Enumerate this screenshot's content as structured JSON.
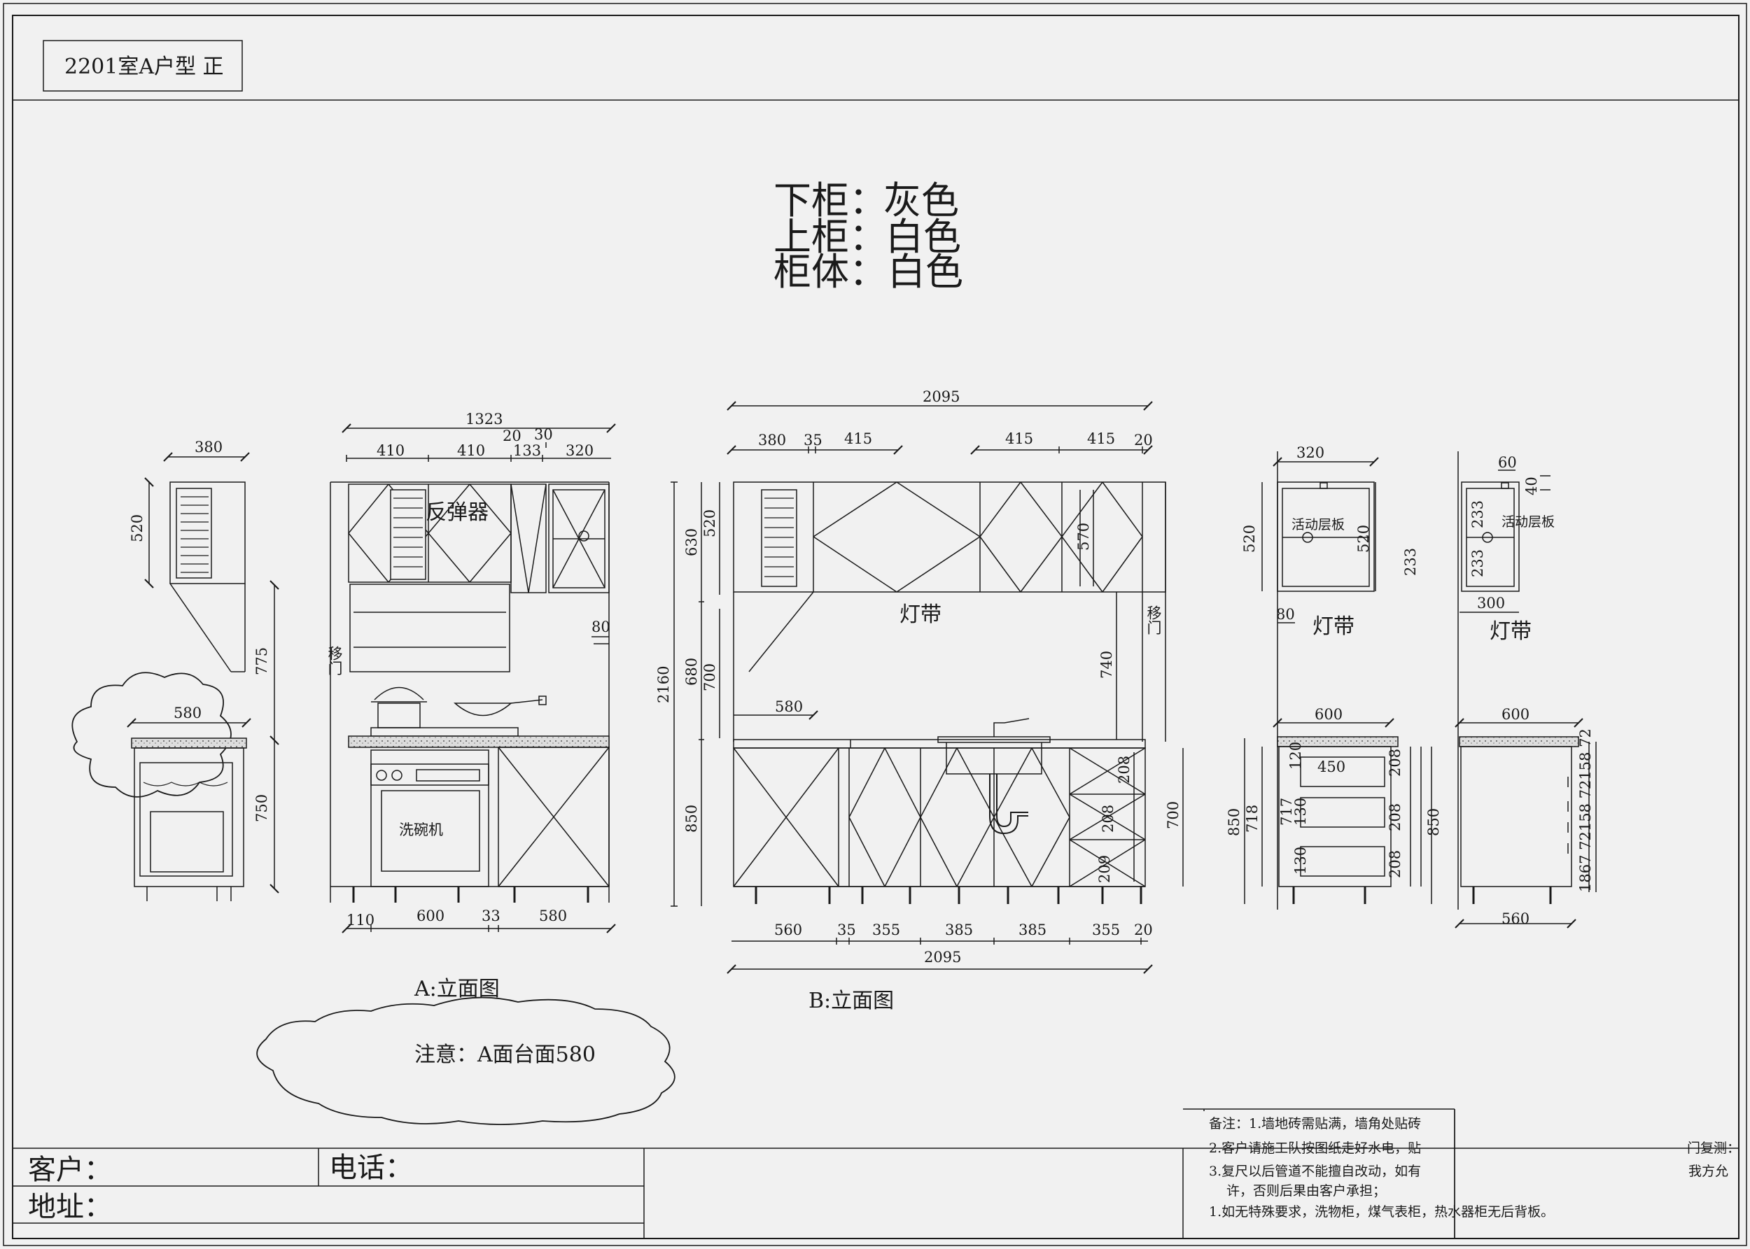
{
  "sheet": {
    "room_type": "2201室A户型  正"
  },
  "materials": [
    {
      "part": "下柜：",
      "color": "灰色"
    },
    {
      "part": "上柜：",
      "color": "白色"
    },
    {
      "part": "柜体：",
      "color": "白色"
    }
  ],
  "views": {
    "side_left": {
      "dims": {
        "top_width": "380",
        "upper_height": "520",
        "gap_height": "775",
        "counter_width": "580",
        "lower_height": "750"
      }
    },
    "a": {
      "caption": "A:立面图",
      "labels": {
        "rebound": "反弹器",
        "sliding_door": "移门",
        "dishwasher": "洗碗机"
      },
      "top_dims": {
        "total": "1323",
        "d1": "410",
        "d2": "410",
        "d3": "20",
        "d4": "30",
        "d5": "133",
        "d6": "320"
      },
      "side_dim": "80",
      "bottom_dims": {
        "d1": "110",
        "d2": "600",
        "d3": "33",
        "d4": "580"
      }
    },
    "b": {
      "caption": "B:立面图",
      "labels": {
        "light_strip": "灯带",
        "sliding_door": "移门"
      },
      "top_dims": {
        "total": "2095",
        "d1": "380",
        "d2": "35",
        "d3": "415",
        "d4": "415",
        "d5": "415",
        "d6": "20"
      },
      "left_dims": {
        "total": "2160",
        "upper": "630",
        "upper_inner": "520",
        "mid": "680",
        "mid_inner": "700",
        "lower": "850"
      },
      "inner_dims": {
        "cabinet_h": "570",
        "gap": "740",
        "counter_depth": "580",
        "drawer1": "208",
        "drawer2": "208",
        "drawer3": "209",
        "right_h": "700"
      },
      "bottom_dims": {
        "d1": "560",
        "d2": "35",
        "d3": "355",
        "d4": "385",
        "d5": "385",
        "d6": "355",
        "d7": "20",
        "total": "2095"
      }
    },
    "side_right1": {
      "labels": {
        "shelf": "活动层板",
        "light_strip": "灯带"
      },
      "dims": {
        "top_width": "320",
        "upper_h_left": "520",
        "upper_h_right": "520",
        "offset": "80",
        "counter_width": "600",
        "drawer1": "120",
        "drawer_gap": "450",
        "drawer2": "130",
        "drawer3": "130",
        "left_h": "850",
        "inner_h": "718",
        "gap_717": "717",
        "d208a": "208",
        "d208b": "208",
        "d208c": "208",
        "right_h": "850"
      }
    },
    "side_right2": {
      "labels": {
        "shelf": "活动层板",
        "light_strip": "灯带"
      },
      "dims": {
        "top_60": "60",
        "top_40": "40",
        "shelf1": "233",
        "shelf2": "233",
        "side_233": "233",
        "depth": "300",
        "counter_width": "600",
        "bottom_width": "560",
        "stack": "1867 72158 72158 72"
      }
    }
  },
  "note_cloud": "注意：A面台面580",
  "title_block": {
    "customer_label": "客户：",
    "phone_label": "电话：",
    "address_label": "地址："
  },
  "remarks": [
    "备注：1.墙地砖需贴满，墙角处贴砖",
    "2.客户请施工队按图纸走好水电，贴",
    "3.复尺以后管道不能擅自改动，如有",
    "许，否则后果由客户承担；",
    "1.如无特殊要求，洗物柜，煤气表柜，热水器柜无后背板。"
  ],
  "remarks_right": [
    "门复测：",
    "我方允"
  ]
}
